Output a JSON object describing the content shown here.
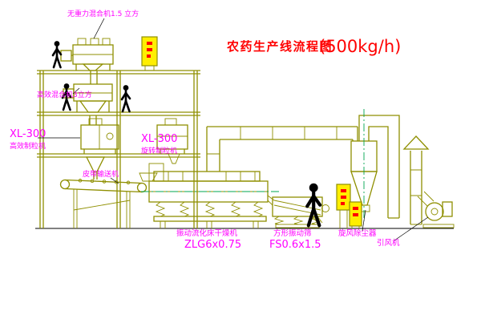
{
  "title": {
    "name": "农药生产线流程图",
    "capacity": "(500kg/h)"
  },
  "equipment_labels": {
    "gravityless_mixer": "无重力混合机1.5 立方",
    "high_eff_mixer": "高效混合机3立方",
    "granulator_left_model": "XL-300",
    "granulator_left": "高效制粒机",
    "granulator_right_model": "XL-300",
    "granulator_right": "旋转制粒机",
    "belt_conveyor": "皮带输送机",
    "fluid_bed_dryer": "振动流化床干燥机",
    "fluid_bed_dryer_model": "ZLG6x0.75",
    "vibrating_screen": "方形振动筛",
    "vibrating_screen_model": "FS0.6x1.5",
    "cyclone": "旋风除尘器",
    "induced_fan": "引风机"
  },
  "colors": {
    "line": "#8f8f00",
    "label": "#ff00ff",
    "title": "#ff0000",
    "cabinet": "#ffee00",
    "centerline": "#00a550",
    "figure": "#000000",
    "background": "#ffffff"
  }
}
